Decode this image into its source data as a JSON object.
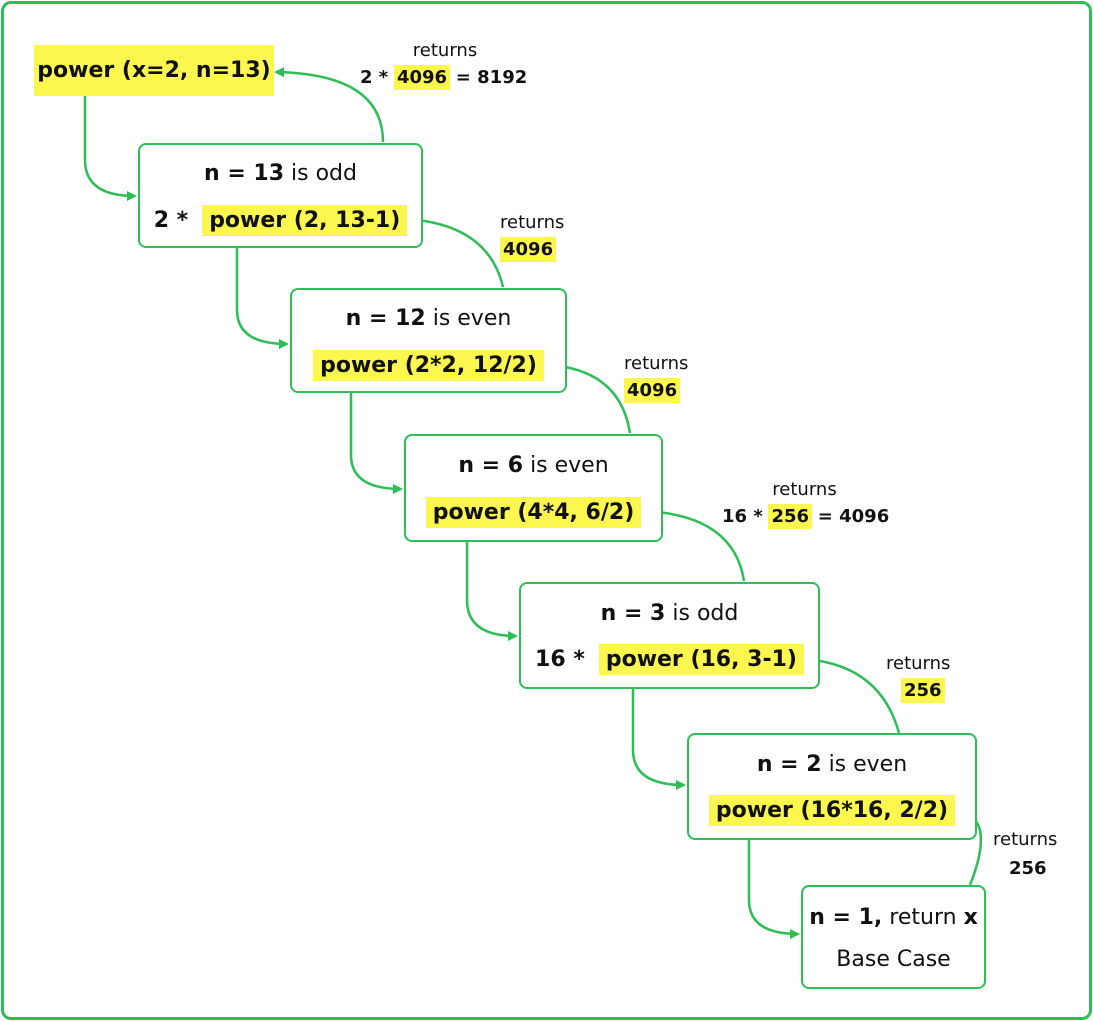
{
  "start_call": "power (x=2, n=13)",
  "steps": [
    {
      "n_eq": "n = 13",
      "parity": "is odd",
      "prefix": "2 *",
      "call": "power (2, 13-1)"
    },
    {
      "n_eq": "n = 12",
      "parity": "is even",
      "prefix": "",
      "call": "power (2*2, 12/2)"
    },
    {
      "n_eq": "n = 6",
      "parity": "is even",
      "prefix": "",
      "call": "power (4*4, 6/2)"
    },
    {
      "n_eq": "n = 3",
      "parity": "is odd",
      "prefix": "16 *",
      "call": "power (16, 3-1)"
    },
    {
      "n_eq": "n = 2",
      "parity": "is even",
      "prefix": "",
      "call": "power (16*16, 2/2)"
    }
  ],
  "base_case": {
    "n_eq": "n = 1,",
    "return_text": "return",
    "return_var": "x",
    "label": "Base Case"
  },
  "returns": [
    {
      "word": "returns",
      "lhs": "2 *",
      "value": "4096",
      "rhs": "= 8192"
    },
    {
      "word": "returns",
      "value": "4096"
    },
    {
      "word": "returns",
      "value": "4096"
    },
    {
      "word": "returns",
      "lhs": "16 *",
      "value": "256",
      "rhs": "= 4096"
    },
    {
      "word": "returns",
      "value": "256"
    },
    {
      "word": "returns",
      "value": "256"
    }
  ],
  "colors": {
    "border": "#2dbe56",
    "highlight": "#fbf74e",
    "text": "#111111"
  }
}
